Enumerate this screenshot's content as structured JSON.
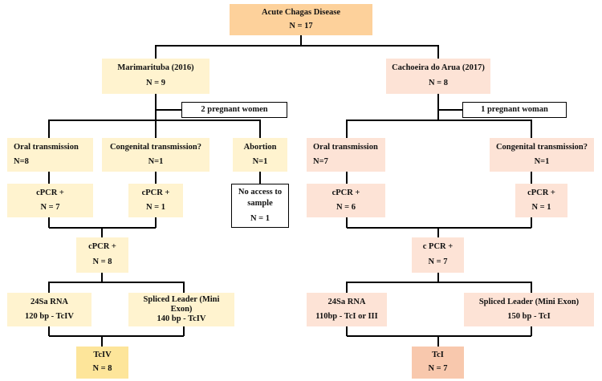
{
  "nodes": {
    "root": {
      "title": "Acute Chagas Disease",
      "count": "N = 17",
      "color": "#fdd19b"
    },
    "left": {
      "site": {
        "title": "Marimarituba (2016)",
        "count": "N = 9"
      },
      "note": "2 pregnant women",
      "oral": {
        "title": "Oral transmission",
        "count": "N=8"
      },
      "congenital": {
        "title": "Congenital transmission?",
        "count": "N=1"
      },
      "abortion": {
        "title": "Abortion",
        "count": "N=1"
      },
      "no_access": {
        "line1": "No access to",
        "line2": "sample",
        "count": "N = 1"
      },
      "cpcr_oral": {
        "title": "cPCR +",
        "count": "N = 7"
      },
      "cpcr_cong": {
        "title": "cPCR +",
        "count": "N = 1"
      },
      "cpcr_total": {
        "title": "cPCR +",
        "count": "N = 8"
      },
      "rna": {
        "title": "24Sa RNA",
        "detail": "120 bp - TcIV"
      },
      "sl": {
        "title": "Spliced Leader (Mini Exon)",
        "detail": "140 bp - TcIV"
      },
      "result": {
        "title": "TcIV",
        "count": "N = 8"
      },
      "color_light": "#fff3cf",
      "color_dark": "#fde59a"
    },
    "right": {
      "site": {
        "title": "Cachoeira do Arua (2017)",
        "count": "N = 8"
      },
      "note": "1 pregnant woman",
      "oral": {
        "title": "Oral transmission",
        "count": "N=7"
      },
      "congenital": {
        "title": "Congenital transmission?",
        "count": "N=1"
      },
      "cpcr_oral": {
        "title": "cPCR +",
        "count": "N = 6"
      },
      "cpcr_cong": {
        "title": "cPCR +",
        "count": "N = 1"
      },
      "cpcr_total": {
        "title": "c PCR +",
        "count": "N = 7"
      },
      "rna": {
        "title": "24Sa RNA",
        "detail": "110bp - TcI or III"
      },
      "sl": {
        "title": "Spliced Leader (Mini Exon)",
        "detail": "150 bp - TcI"
      },
      "result": {
        "title": "TcI",
        "count": "N = 7"
      },
      "color_light": "#fde3d6",
      "color_dark": "#f8c8ad"
    }
  }
}
